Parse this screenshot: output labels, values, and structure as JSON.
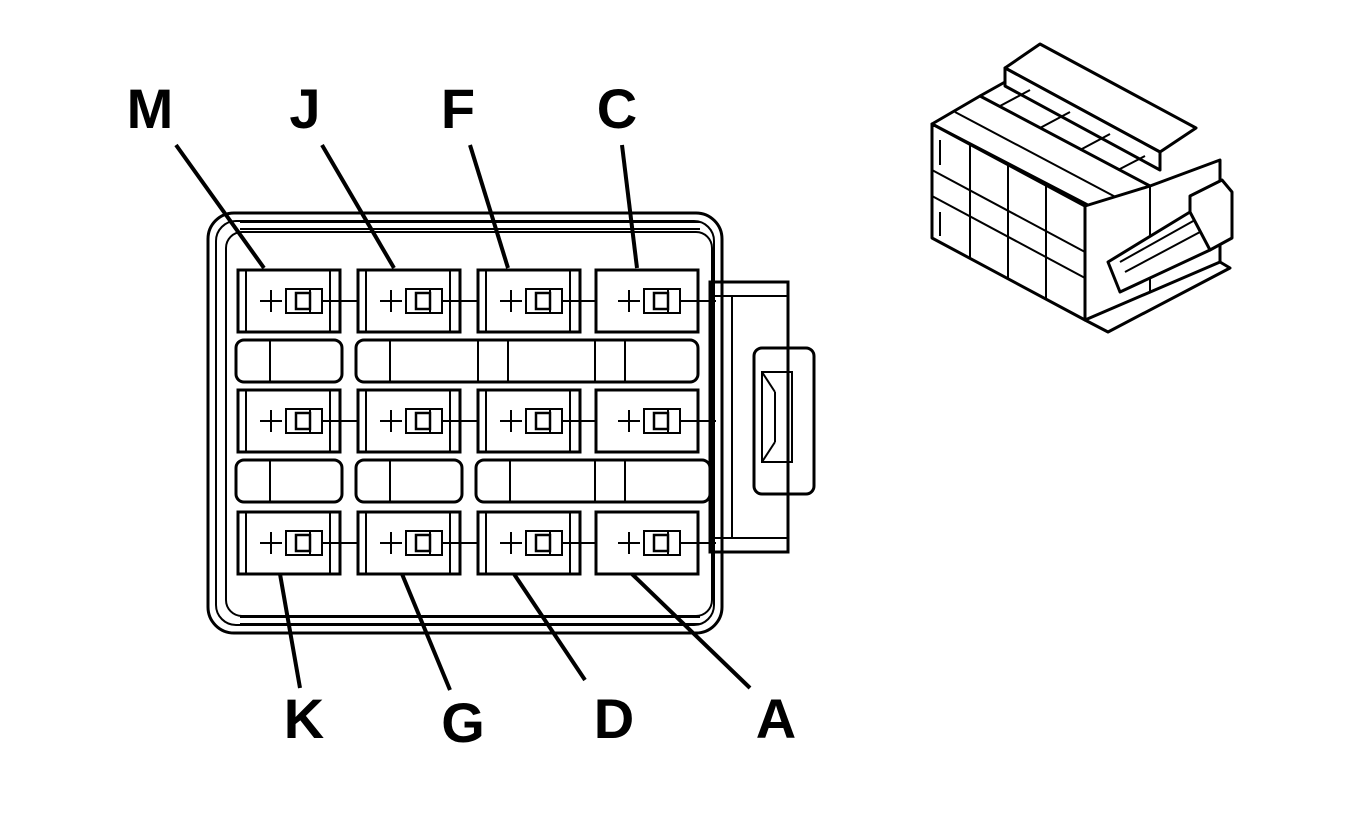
{
  "connector_face": {
    "top_labels": [
      "M",
      "J",
      "F",
      "C"
    ],
    "bottom_labels": [
      "K",
      "G",
      "D",
      "A"
    ]
  },
  "colors": {
    "ink": "#000000",
    "background": "#ffffff"
  },
  "icons": {
    "isometric_view": "connector-isometric-icon",
    "terminal": "terminal-cavity-icon"
  }
}
